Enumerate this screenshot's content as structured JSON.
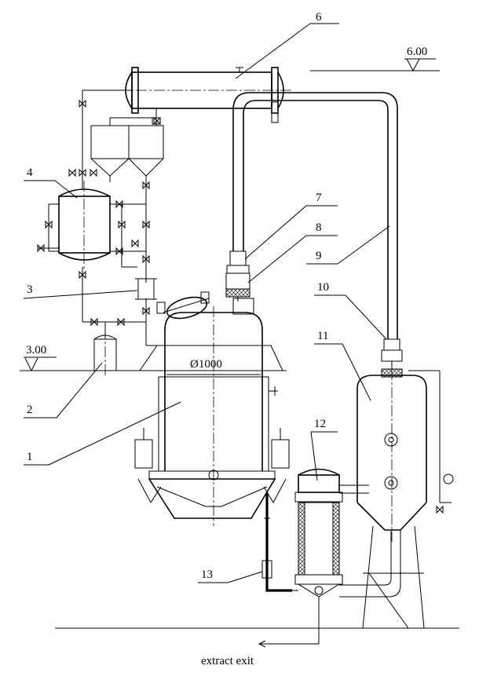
{
  "elevations": {
    "top": "6.00",
    "floor": "3.00"
  },
  "dimensions": {
    "diameter": "Ø1000"
  },
  "callouts": {
    "1": "1",
    "2": "2",
    "3": "3",
    "4": "4",
    "6": "6",
    "7": "7",
    "8": "8",
    "9": "9",
    "10": "10",
    "11": "11",
    "12": "12",
    "13": "13"
  },
  "labels": {
    "extract_exit": "extract exit"
  }
}
